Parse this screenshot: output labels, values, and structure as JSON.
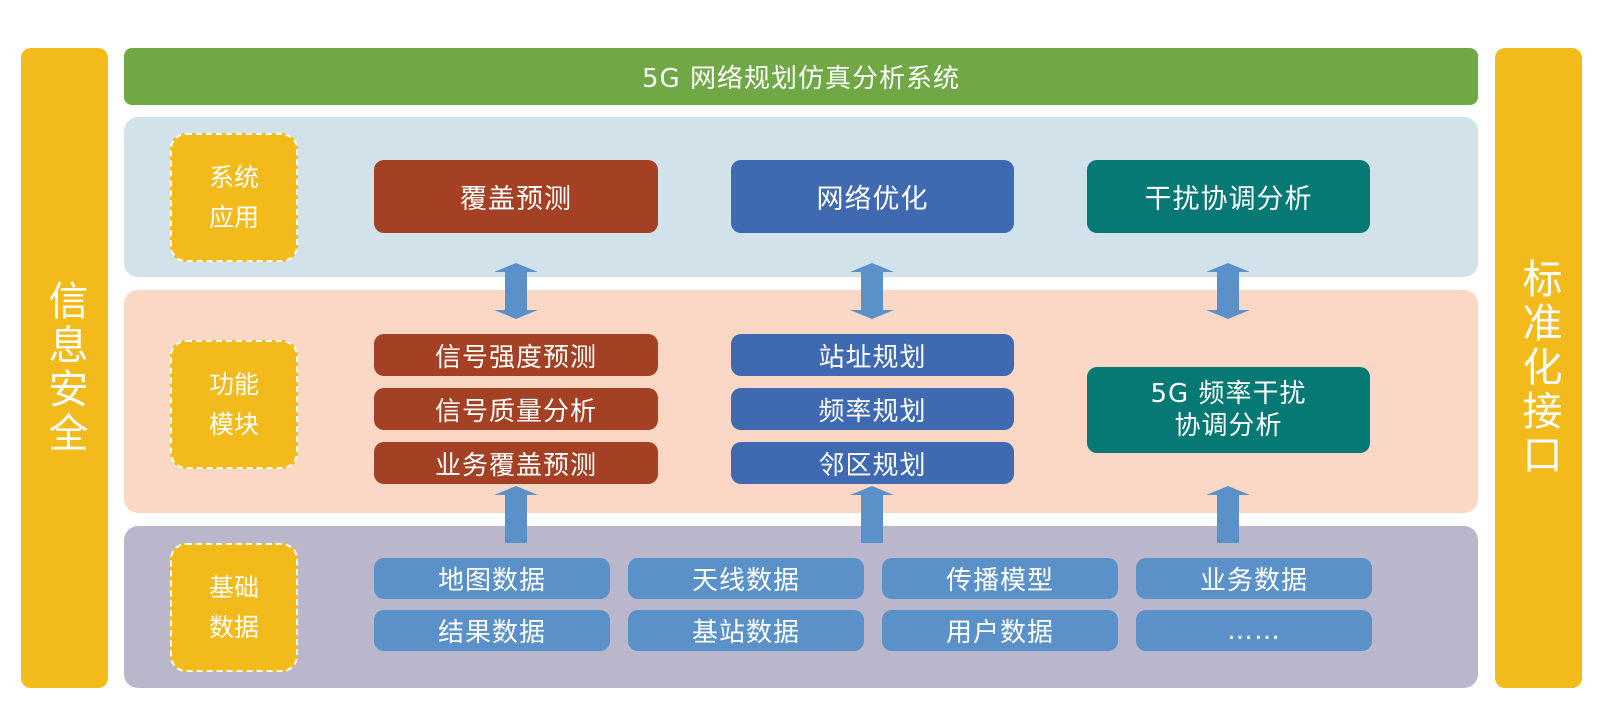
{
  "title": "5G 网络规划仿真分析系统",
  "left_bar": {
    "label": "信息安全"
  },
  "right_bar": {
    "label": "标准化接口"
  },
  "colors": {
    "side_bar": "#F2BA1B",
    "title_bar": "#70A845",
    "app_band": "#D2E2EB",
    "function_band": "#FAD8C5",
    "data_band": "#BAB7CD",
    "coverage_column": "#A44125",
    "network_column": "#3F6AB1",
    "interference_column": "#077974",
    "data_box": "#5A91C8",
    "arrow": "#5A91C8"
  },
  "layers": {
    "application": {
      "label_lines": [
        "系统",
        "应用"
      ],
      "items": [
        "覆盖预测",
        "网络优化",
        "干扰协调分析"
      ]
    },
    "function": {
      "label_lines": [
        "功能",
        "模块"
      ],
      "coverage_items": [
        "信号强度预测",
        "信号质量分析",
        "业务覆盖预测"
      ],
      "network_items": [
        "站址规划",
        "频率规划",
        "邻区规划"
      ],
      "interference_item_lines": [
        "5G 频率干扰",
        "协调分析"
      ]
    },
    "data": {
      "label_lines": [
        "基础",
        "数据"
      ],
      "row1": [
        "地图数据",
        "天线数据",
        "传播模型",
        "业务数据"
      ],
      "row2": [
        "结果数据",
        "基站数据",
        "用户数据",
        "……"
      ]
    }
  },
  "arrows": {
    "app_function": [
      "double",
      "double",
      "double"
    ],
    "data_function": [
      "up",
      "up",
      "up"
    ]
  }
}
